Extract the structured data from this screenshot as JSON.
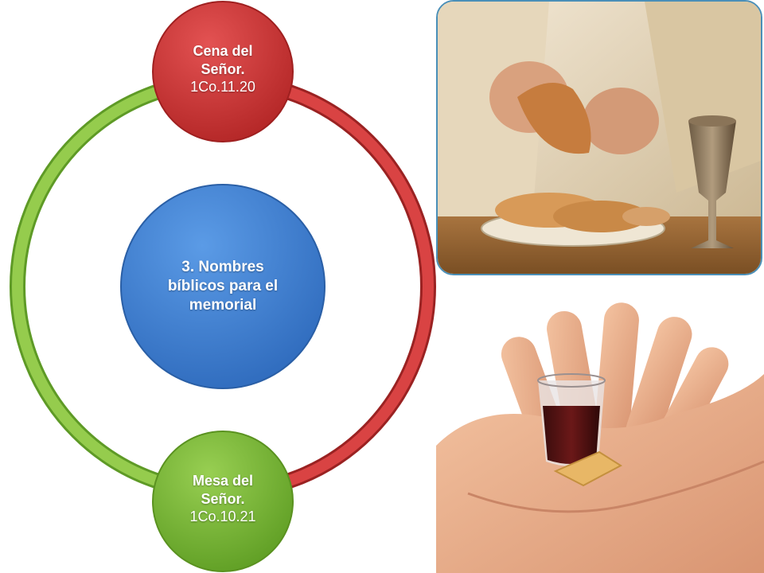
{
  "diagram": {
    "center": {
      "line1": "3. Nombres",
      "line2": "bíblicos para el",
      "line3": "memorial",
      "color": "#3f7fd0"
    },
    "nodes": [
      {
        "line1": "Cena del",
        "line2": "Señor.",
        "ref": "1Co.11.20",
        "color": "#d23a3a"
      },
      {
        "line1": "Mesa del",
        "line2": "Señor.",
        "ref": "1Co.10.21",
        "color": "#7fbd3a"
      }
    ],
    "ring_colors": {
      "right_arc": "#d23a3a",
      "left_arc": "#8cc63f"
    }
  },
  "images": [
    {
      "name": "bread-breaking-photo"
    },
    {
      "name": "hands-cup-photo"
    }
  ]
}
